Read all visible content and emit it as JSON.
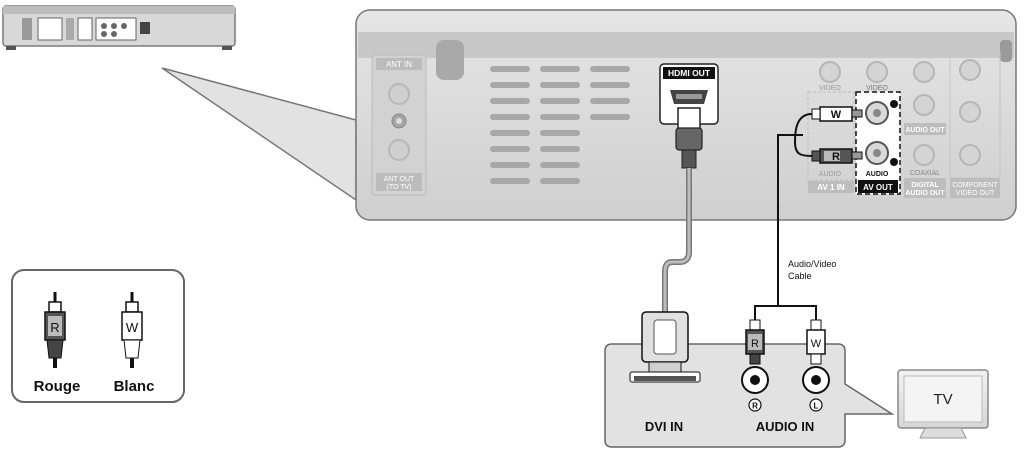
{
  "panel": {
    "ant_in": "ANT IN",
    "ant_out_1": "ANT OUT",
    "ant_out_2": "(TO TV)",
    "hdmi_out": "HDMI OUT",
    "video_1": "VIDEO",
    "video_2": "VIDEO",
    "audio_1": "AUDIO",
    "audio_2": "AUDIO",
    "av1_in": "AV 1 IN",
    "av_out": "AV OUT",
    "audio_out": "AUDIO OUT",
    "coaxial": "COAXIAL",
    "digital_1": "DIGITAL",
    "digital_2": "AUDIO OUT",
    "component_1": "COMPONENT",
    "component_2": "VIDEO OUT"
  },
  "plugs": {
    "white": "W",
    "red": "R"
  },
  "cable_label_1": "Audio/Video",
  "cable_label_2": "Cable",
  "legend": {
    "red_letter": "R",
    "white_letter": "W",
    "red_name": "Rouge",
    "white_name": "Blanc"
  },
  "tv_panel": {
    "dvi_in": "DVI IN",
    "audio_in": "AUDIO IN",
    "jack_r": "R",
    "jack_l": "L"
  },
  "tv_label": "TV"
}
